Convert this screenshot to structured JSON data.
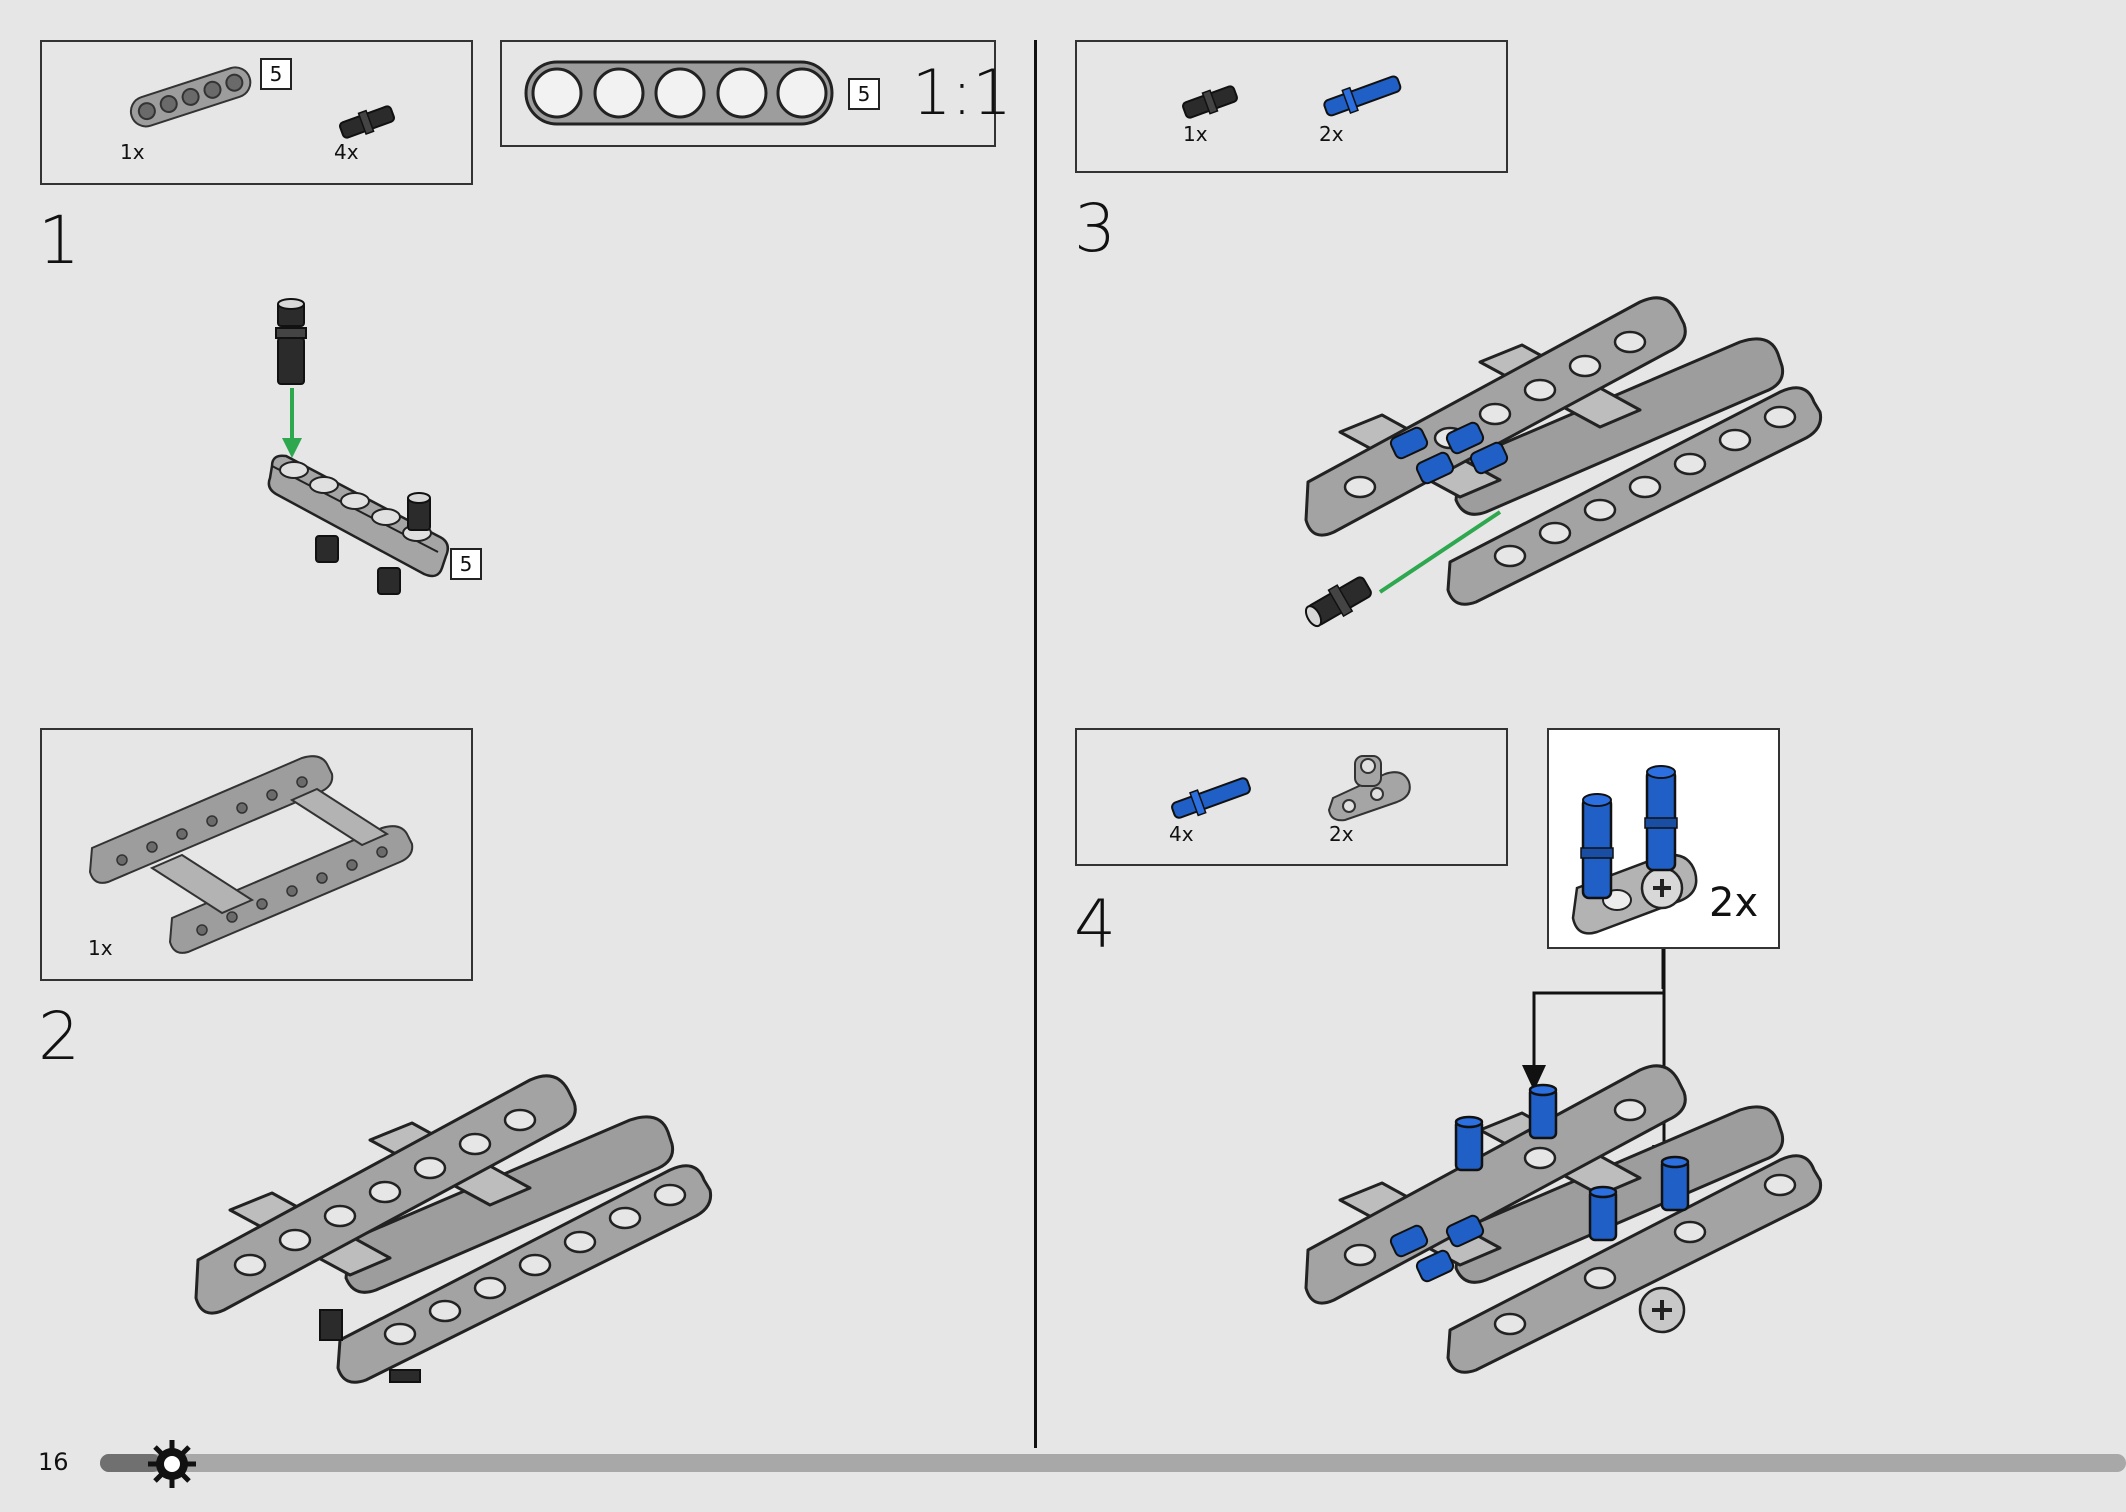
{
  "page": {
    "number": "16",
    "progress_fraction": 0.03
  },
  "steps": [
    {
      "number": "1",
      "parts": [
        {
          "count": "1x",
          "length_tag": "5"
        },
        {
          "count": "4x"
        }
      ],
      "scale_reference": {
        "length_tag": "5",
        "scale": "1:1"
      },
      "model_length_tag": "5"
    },
    {
      "number": "2",
      "parts": [
        {
          "count": "1x"
        }
      ]
    },
    {
      "number": "3",
      "parts": [
        {
          "count": "1x"
        },
        {
          "count": "2x"
        }
      ]
    },
    {
      "number": "4",
      "parts": [
        {
          "count": "4x"
        },
        {
          "count": "2x"
        }
      ],
      "sub_assembly": {
        "multiplier": "2x"
      }
    }
  ],
  "colors": {
    "beam_gray": "#9d9d9d",
    "pin_black": "#2b2b2b",
    "pin_blue": "#1f5fc6",
    "arrow_green": "#2ea84f",
    "background": "#e6e6e6"
  },
  "icons": [
    "gear-icon"
  ]
}
